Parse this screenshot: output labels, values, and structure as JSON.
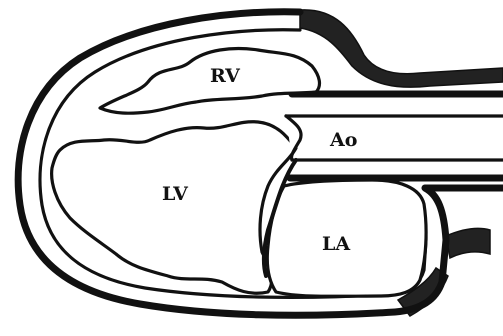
{
  "diagram": {
    "labels": {
      "rv": "RV",
      "ao": "Ao",
      "lv": "LV",
      "la": "LA"
    },
    "colors": {
      "ink": "#111111",
      "paper": "#ffffff",
      "vessel_fill": "#222222"
    }
  }
}
